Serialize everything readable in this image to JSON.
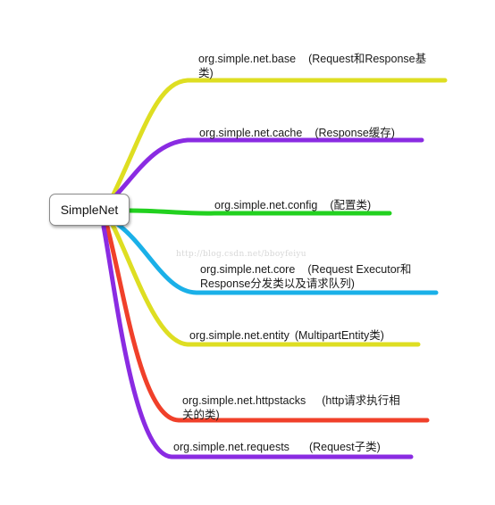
{
  "root": {
    "label": "SimpleNet"
  },
  "watermark": "http://blog.csdn.net/bboyfeiyu",
  "branches": [
    {
      "package": "org.simple.net.base",
      "desc_line1": "(Request和Response基",
      "desc_line2": "类)",
      "color": "#dede22"
    },
    {
      "package": "org.simple.net.cache",
      "desc_line1": "(Response缓存)",
      "desc_line2": "",
      "color": "#8a2be2"
    },
    {
      "package": "org.simple.net.config",
      "desc_line1": "(配置类)",
      "desc_line2": "",
      "color": "#22d11f"
    },
    {
      "package": "org.simple.net.core",
      "desc_line1": "(Request Executor和",
      "desc_line2": "Response分发类以及请求队列)",
      "color": "#1ab0e8"
    },
    {
      "package": "org.simple.net.entity",
      "desc_line1": "(MultipartEntity类)",
      "desc_line2": "",
      "color": "#dede22"
    },
    {
      "package": "org.simple.net.httpstacks",
      "desc_line1": "(http请求执行相",
      "desc_line2": "关的类)",
      "color": "#f0402a"
    },
    {
      "package": "org.simple.net.requests",
      "desc_line1": "(Request子类)",
      "desc_line2": "",
      "color": "#8a2be2"
    }
  ]
}
